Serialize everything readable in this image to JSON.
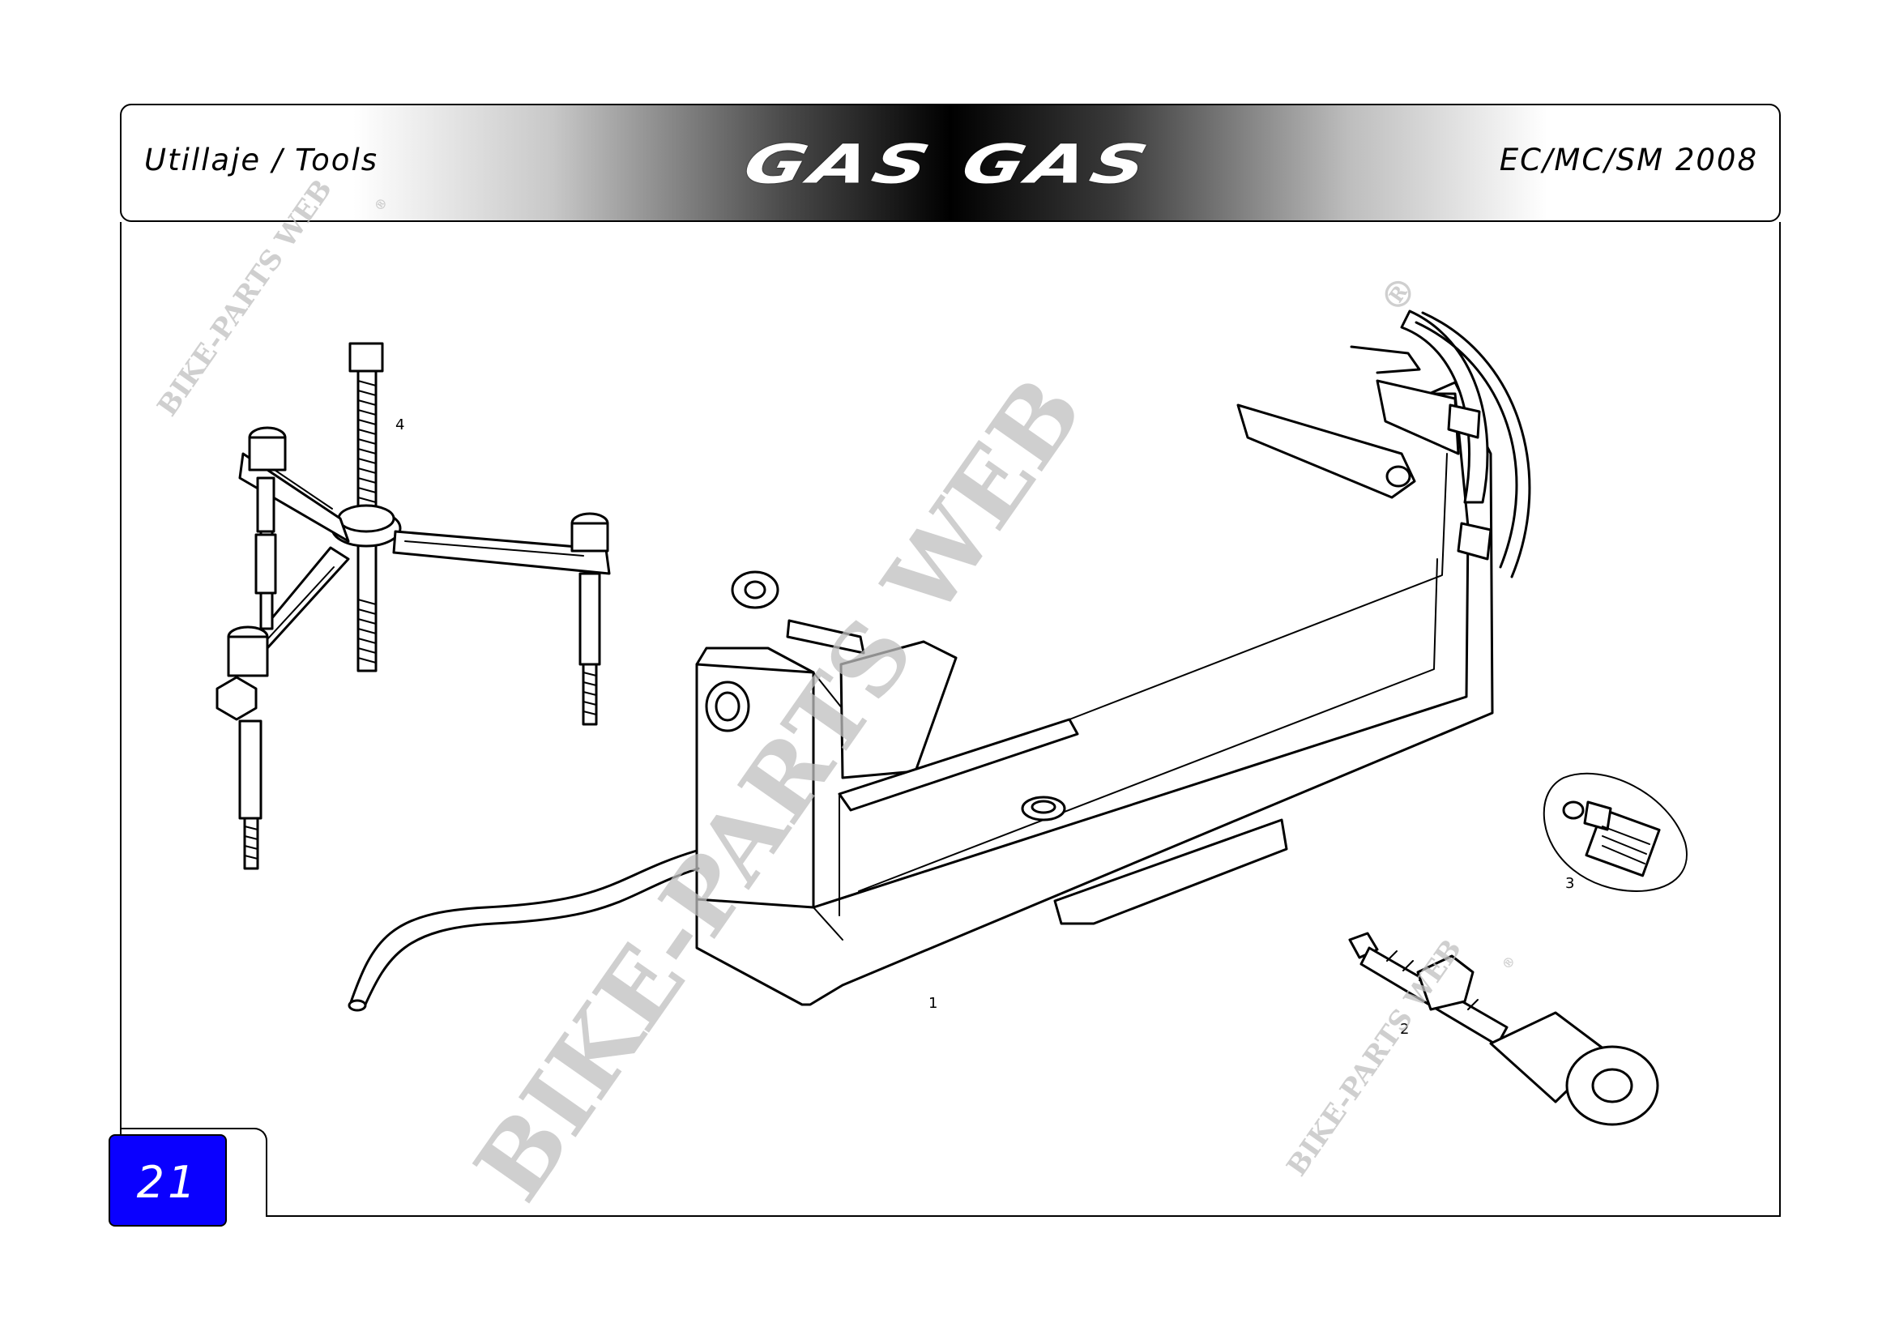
{
  "header": {
    "section_title": "Utillaje / Tools",
    "brand": "GAS GAS",
    "models": "EC/MC/SM 2008"
  },
  "page": {
    "number": "21"
  },
  "callouts": {
    "c1": "1",
    "c2": "2",
    "c3": "3",
    "c4": "4"
  },
  "watermarks": {
    "main": "BIKE-PARTS WEB",
    "small_top_left": "BIKE-PARTS WEB",
    "small_bottom_right": "BIKE-PARTS WEB",
    "registered_mark": "®"
  }
}
